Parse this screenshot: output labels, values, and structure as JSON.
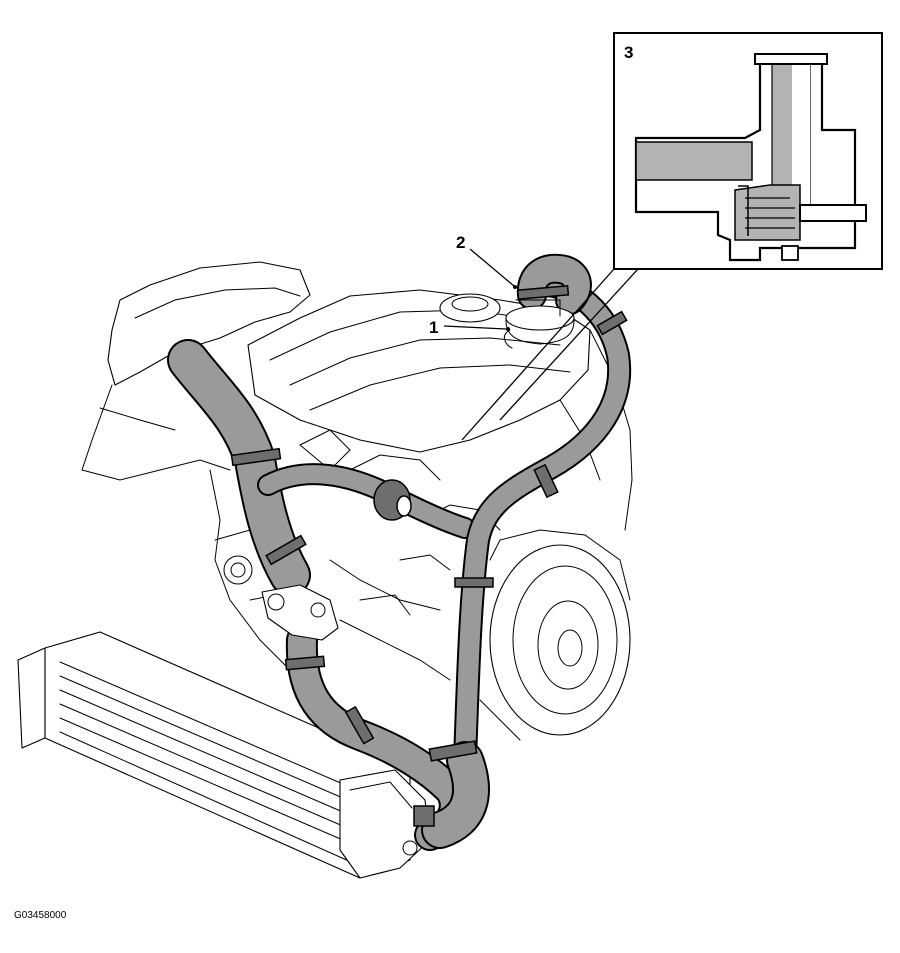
{
  "figure_id": "G03458000",
  "callouts": {
    "c1": "1",
    "c2": "2",
    "c3": "3"
  },
  "colors": {
    "hose_fill": "#9a9a9a",
    "outline": "#000000",
    "background": "#ffffff",
    "inset_fill": "#b3b3b3"
  }
}
